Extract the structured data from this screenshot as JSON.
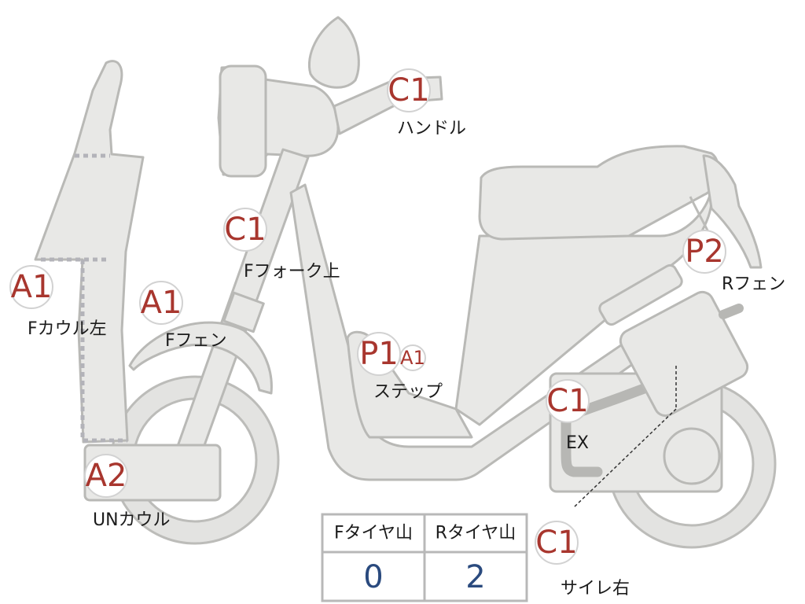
{
  "labels": [
    {
      "grade": "C1",
      "text": "ハンドル"
    },
    {
      "grade": "C1",
      "text": "Fフォーク上"
    },
    {
      "grade": "P2",
      "text": "Rフェン"
    },
    {
      "grade": "A1",
      "text": "Fカウル左"
    },
    {
      "grade": "A1",
      "text": "Fフェン"
    },
    {
      "grade": "P1",
      "text": "ステップ",
      "extra_grade": "A1"
    },
    {
      "grade": "C1",
      "text": "EX"
    },
    {
      "grade": "A2",
      "text": "UNカウル"
    },
    {
      "grade": "C1",
      "text": "サイレ右"
    }
  ],
  "tire_table": {
    "headers": [
      "Fタイヤ山",
      "Rタイヤ山"
    ],
    "values": [
      "0",
      "2"
    ]
  },
  "colors": {
    "grade_text": "#a8362e",
    "value_text": "#2a4a7e",
    "part_fill": "#e8e8e6"
  }
}
